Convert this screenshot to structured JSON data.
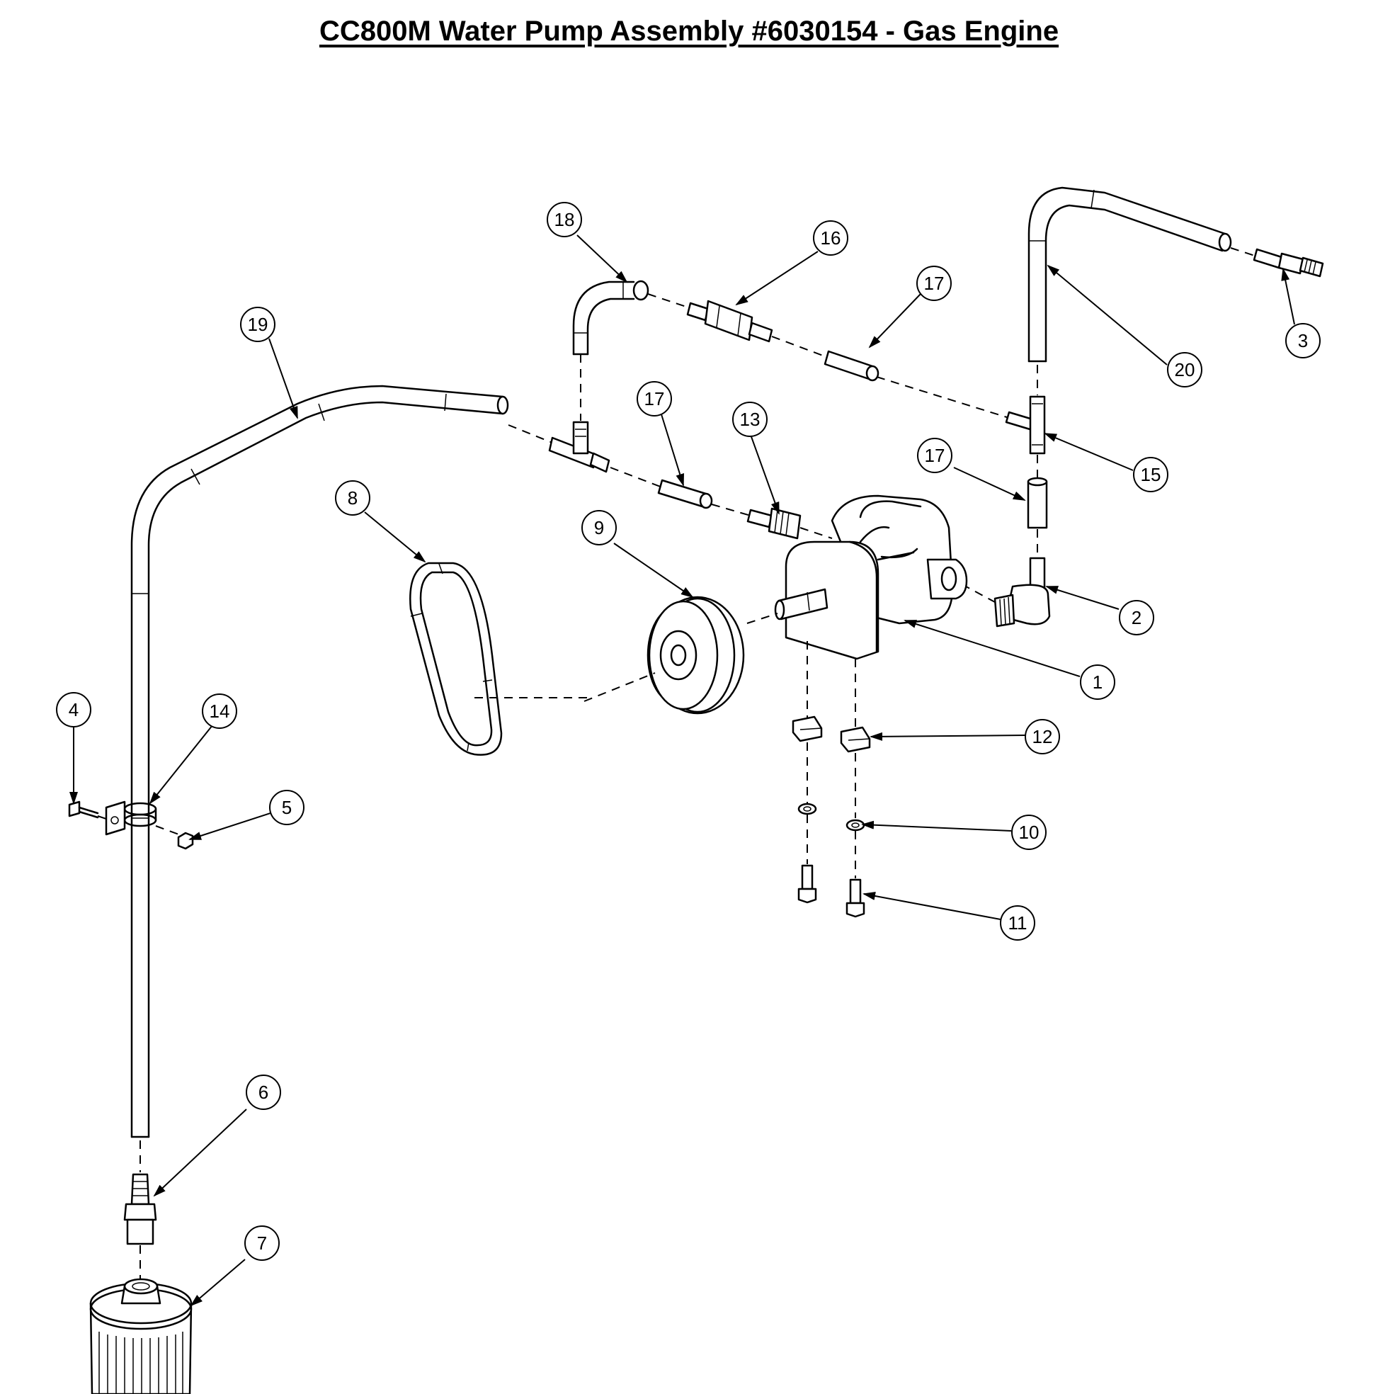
{
  "title": "CC800M Water Pump Assembly #6030154 - Gas Engine",
  "callouts": [
    {
      "id": "c1",
      "label": "1"
    },
    {
      "id": "c2",
      "label": "2"
    },
    {
      "id": "c3",
      "label": "3"
    },
    {
      "id": "c4",
      "label": "4"
    },
    {
      "id": "c5",
      "label": "5"
    },
    {
      "id": "c6",
      "label": "6"
    },
    {
      "id": "c7",
      "label": "7"
    },
    {
      "id": "c8",
      "label": "8"
    },
    {
      "id": "c9",
      "label": "9"
    },
    {
      "id": "c10",
      "label": "10"
    },
    {
      "id": "c11",
      "label": "11"
    },
    {
      "id": "c12",
      "label": "12"
    },
    {
      "id": "c13",
      "label": "13"
    },
    {
      "id": "c14",
      "label": "14"
    },
    {
      "id": "c15",
      "label": "15"
    },
    {
      "id": "c16",
      "label": "16"
    },
    {
      "id": "c17a",
      "label": "17"
    },
    {
      "id": "c17b",
      "label": "17"
    },
    {
      "id": "c17c",
      "label": "17"
    },
    {
      "id": "c18",
      "label": "18"
    },
    {
      "id": "c19",
      "label": "19"
    },
    {
      "id": "c20",
      "label": "20"
    }
  ]
}
